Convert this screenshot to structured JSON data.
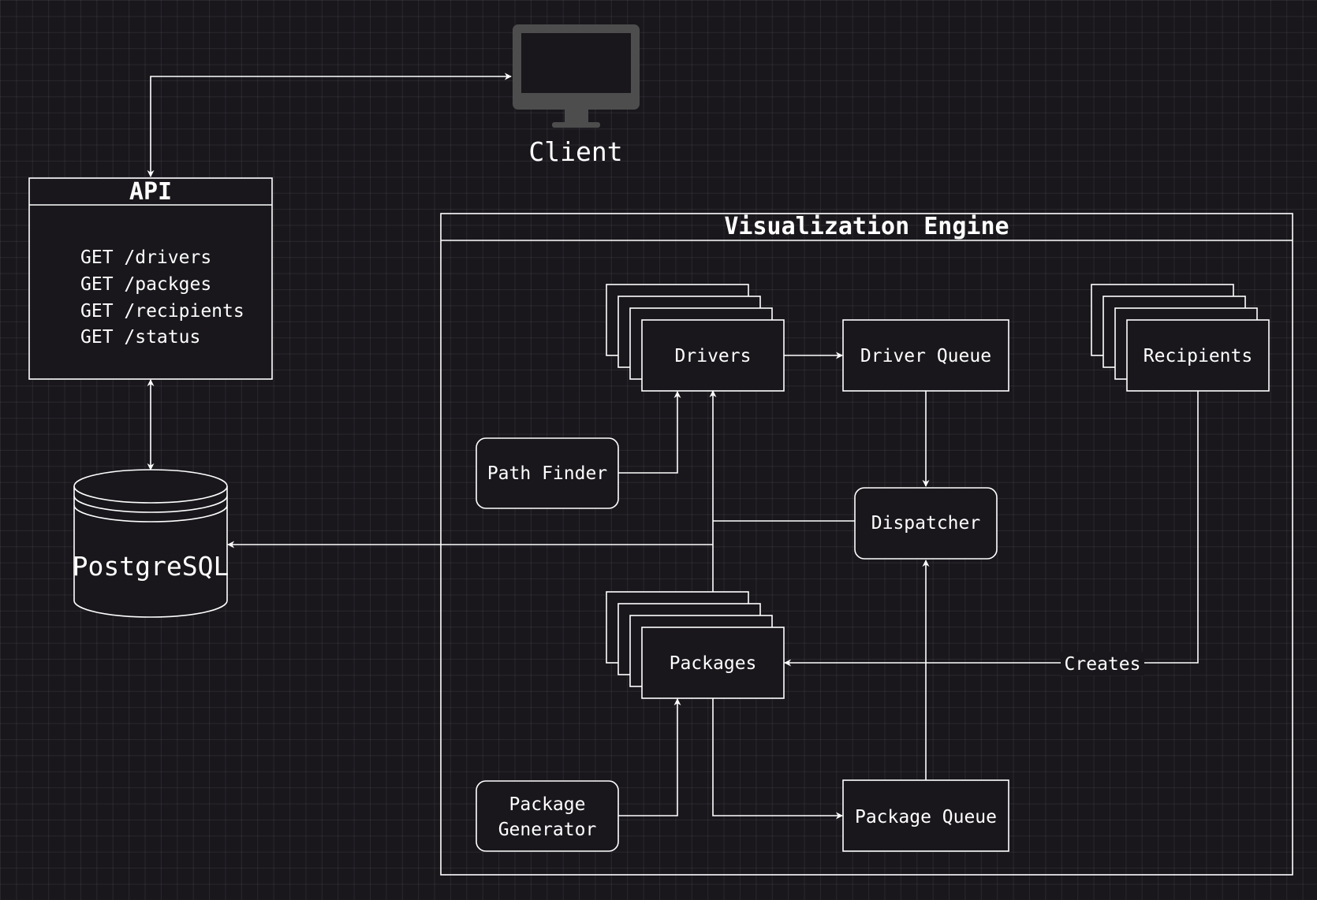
{
  "client": {
    "label": "Client",
    "icon": "monitor-icon"
  },
  "api": {
    "title": "API",
    "endpoints": [
      "GET /drivers",
      "GET /packges",
      "GET /recipients",
      "GET /status"
    ]
  },
  "database": {
    "label": "PostgreSQL",
    "icon": "database-cylinder-icon"
  },
  "engine": {
    "title": "Visualization Engine",
    "drivers": "Drivers",
    "driver_queue": "Driver Queue",
    "recipients": "Recipients",
    "path_finder": "Path Finder",
    "dispatcher": "Dispatcher",
    "packages": "Packages",
    "package_generator": [
      "Package",
      "Generator"
    ],
    "package_queue": "Package Queue",
    "creates_label": "Creates"
  },
  "colors": {
    "background": "#19171c",
    "stroke": "#ffffff",
    "icon": "#4d4d4d"
  }
}
